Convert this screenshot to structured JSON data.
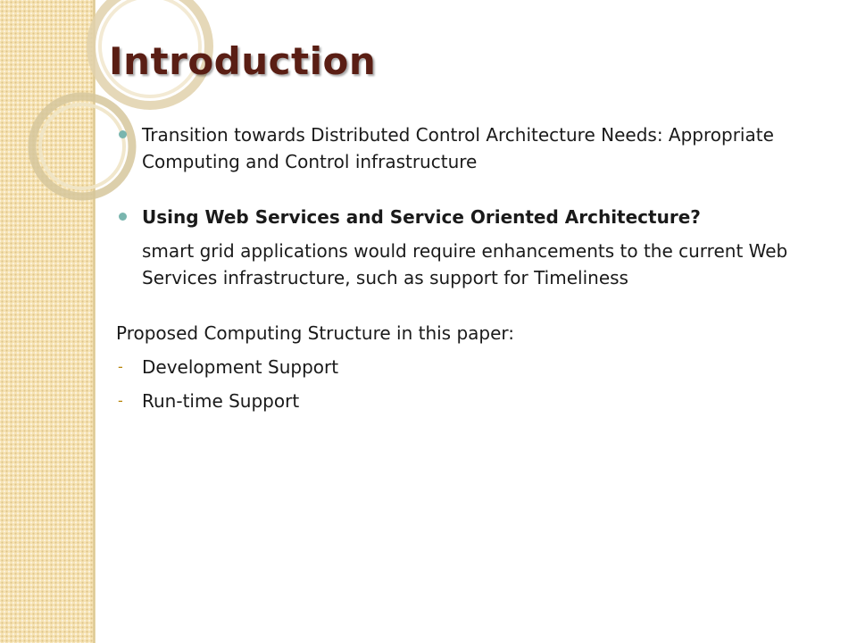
{
  "slide": {
    "title": "Introduction",
    "bullet_1": "Transition towards Distributed Control Architecture Needs: Appropriate Computing and Control infrastructure",
    "bullet_2": "Using Web Services and Service Oriented Architecture?",
    "paragraph": "smart grid applications would require enhancements to the current Web Services infrastructure, such as support for Timeliness",
    "proposed_heading": "Proposed Computing Structure in this paper:",
    "items": [
      {
        "marker": "-",
        "text": "Development Support"
      },
      {
        "marker": "-",
        "text": "Run-time Support"
      }
    ]
  },
  "colors": {
    "title": "#5a1e14",
    "bullet": "#79b5ae",
    "band": "#f6e3b4",
    "dash": "#b8860b"
  }
}
